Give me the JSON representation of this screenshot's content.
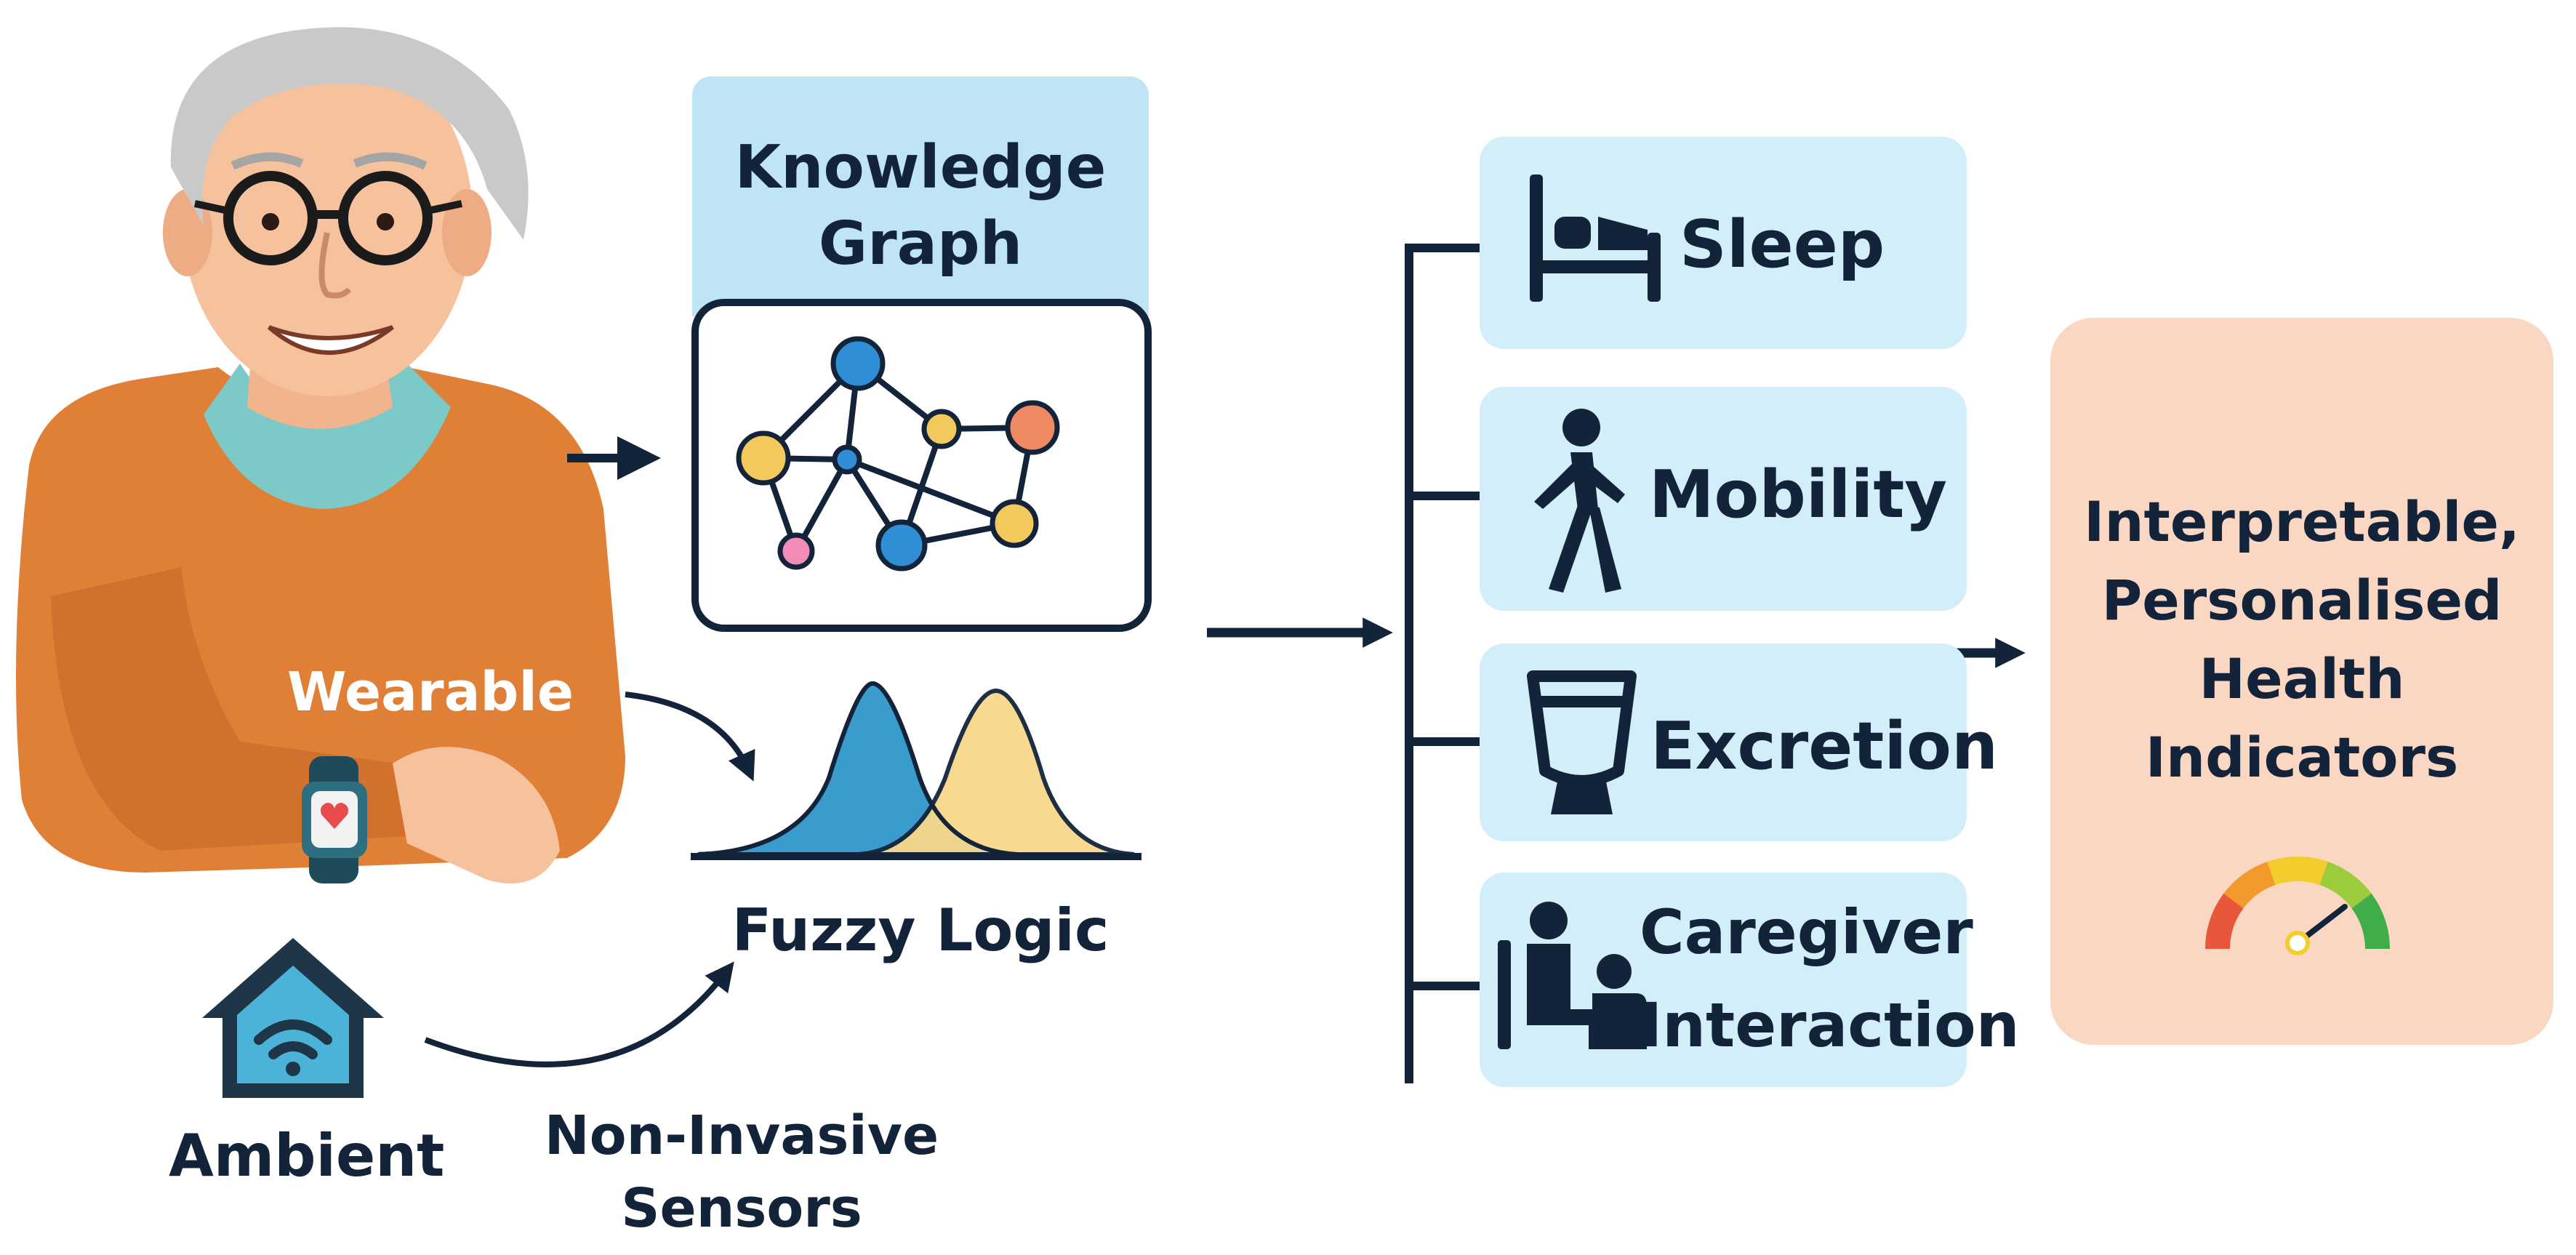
{
  "person": {
    "wearable_label": "Wearable"
  },
  "sensors": {
    "ambient_label": "Ambient",
    "non_invasive_line1": "Non-Invasive",
    "non_invasive_line2": "Sensors"
  },
  "knowledge_graph": {
    "title_line1": "Knowledge",
    "title_line2": "Graph"
  },
  "fuzzy_logic": {
    "label": "Fuzzy Logic"
  },
  "categories": [
    {
      "label": "Sleep",
      "icon": "bed-icon"
    },
    {
      "label": "Mobility",
      "icon": "walking-person-icon"
    },
    {
      "label": "Excretion",
      "icon": "toilet-icon"
    },
    {
      "label_line1": "Caregiver",
      "label_line2": "Interaction",
      "icon": "caregiver-icon"
    }
  ],
  "output": {
    "line1": "Interpretable,",
    "line2": "Personalised",
    "line3": "Health",
    "line4": "Indicators",
    "icon": "gauge-icon"
  },
  "colors": {
    "card_blue": "#d2eef8",
    "kg_header": "#bfe5f5",
    "output_peach": "#f9d7c2",
    "sweater": "#e07f36",
    "navy": "#13243a",
    "gauge": [
      "#e8573a",
      "#f39a2c",
      "#f3cd2c",
      "#9ccc3c",
      "#3fae49"
    ]
  }
}
